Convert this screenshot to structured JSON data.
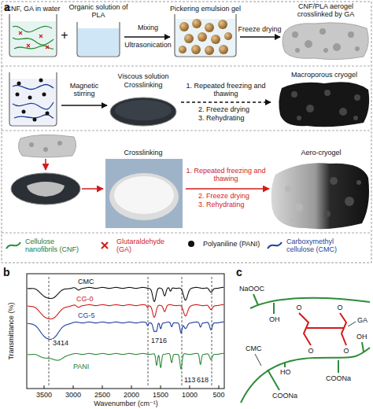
{
  "diagram": {
    "labels": [
      "a",
      "CNF, GA in water",
      "+",
      "Organic solution of PLA",
      "Mixing",
      "Ultrasonication",
      "Pickering emulsion gel",
      "Freeze drying",
      "CNF/PLA aerogel crosslinked by GA",
      "Magnetic stirring",
      "Viscous solution",
      "Crosslinking",
      "1. Repeated freezing and thawing",
      "2. Freeze drying",
      "3. Rehydrating",
      "Macroporous cryogel",
      "Crosslinking",
      "1. Repeated freezing and thawing",
      "2. Freeze drying",
      "3. Rehydrating",
      "Aero-cryogel",
      "b",
      "Transmittance (%)",
      "Wavenumber (cm⁻¹)",
      "3500",
      "3000",
      "2500",
      "2000",
      "1500",
      "1000",
      "500",
      "CMC",
      "CG-0",
      "CG-5",
      "PANI",
      "3414",
      "1716",
      "1137",
      "618",
      "c",
      "NaOOC",
      "OH",
      "O",
      "O",
      "O",
      "O",
      "GA",
      "CMC",
      "HO",
      "COONa",
      "COONa",
      "OH"
    ],
    "legend": [
      {
        "text": "Cellulose nanofibrils (CNF)"
      },
      {
        "text": "Glutaraldehyde (GA)"
      },
      {
        "text": "Polyaniline (PANI)"
      },
      {
        "text": "Carboxymethyl cellulose (CMC)"
      }
    ]
  }
}
